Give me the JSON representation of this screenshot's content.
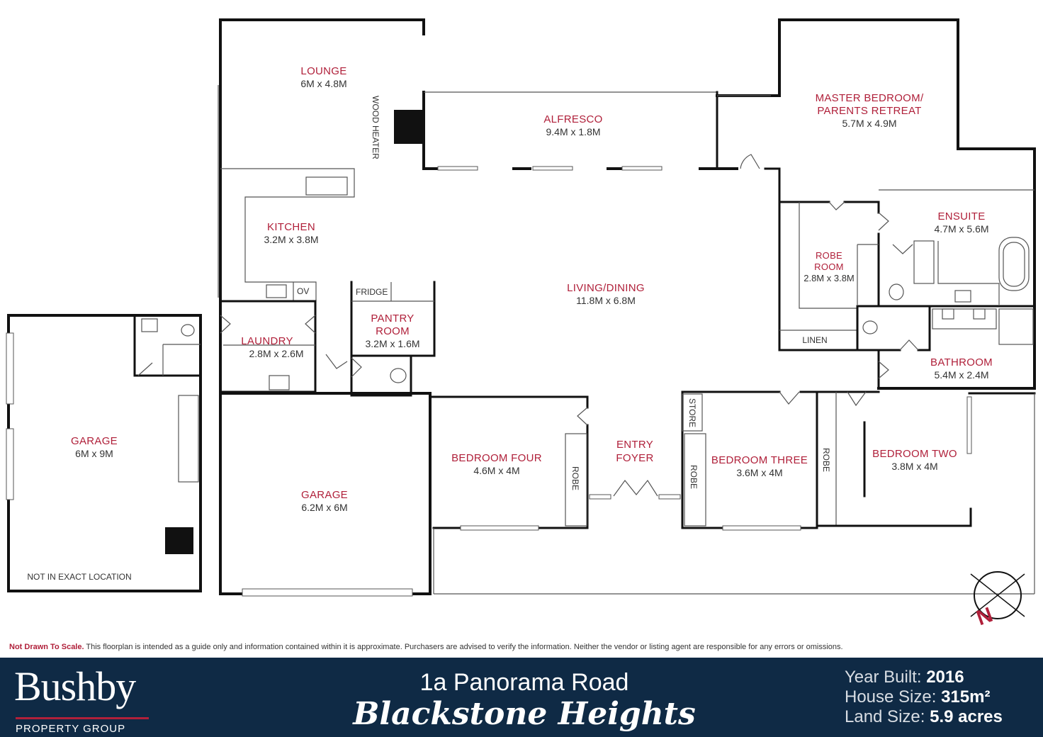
{
  "rooms": {
    "lounge": {
      "name": "LOUNGE",
      "dim": "6M x 4.8M"
    },
    "alfresco": {
      "name": "ALFRESCO",
      "dim": "9.4M x 1.8M"
    },
    "master": {
      "name1": "MASTER BEDROOM/",
      "name2": "PARENTS RETREAT",
      "dim": "5.7M x 4.9M"
    },
    "kitchen": {
      "name": "KITCHEN",
      "dim": "3.2M x 3.8M"
    },
    "living": {
      "name": "LIVING/DINING",
      "dim": "11.8M x 6.8M"
    },
    "ensuite": {
      "name": "ENSUITE",
      "dim": "4.7M x 5.6M"
    },
    "robe_room": {
      "name1": "ROBE",
      "name2": "ROOM",
      "dim": "2.8M x 3.8M"
    },
    "laundry": {
      "name": "LAUNDRY",
      "dim": "2.8M x 2.6M"
    },
    "pantry": {
      "name1": "PANTRY",
      "name2": "ROOM",
      "dim": "3.2M x 1.6M"
    },
    "bathroom": {
      "name": "BATHROOM",
      "dim": "5.4M x 2.4M"
    },
    "garage_detached": {
      "name": "GARAGE",
      "dim": "6M x 9M"
    },
    "bedroom_four": {
      "name": "BEDROOM FOUR",
      "dim": "4.6M x 4M"
    },
    "entry": {
      "name1": "ENTRY",
      "name2": "FOYER"
    },
    "bedroom_three": {
      "name": "BEDROOM THREE",
      "dim": "3.6M x 4M"
    },
    "bedroom_two": {
      "name": "BEDROOM TWO",
      "dim": "3.8M x 4M"
    },
    "garage": {
      "name": "GARAGE",
      "dim": "6.2M x 6M"
    }
  },
  "labels": {
    "wood_heater": "WOOD HEATER",
    "fridge": "FRIDGE",
    "oven": "OV",
    "linen": "LINEN",
    "store": "STORE",
    "robe": "ROBE",
    "not_exact": "NOT IN EXACT LOCATION",
    "north": "N"
  },
  "disclaimer": {
    "strong": "Not Drawn To Scale.",
    "text": " This floorplan is intended as a guide only and information contained within it is approximate. Purchasers are advised to verify the information. Neither the vendor or listing agent are responsible for any errors or omissions."
  },
  "footer": {
    "brand_name": "Bushby",
    "brand_group": "PROPERTY GROUP",
    "address_line1": "1a Panorama Road",
    "address_line2": "Blackstone Heights",
    "year_label": "Year Built:",
    "year_value": "2016",
    "house_label": "House Size:",
    "house_value": "315m²",
    "land_label": "Land Size:",
    "land_value": "5.9 acres"
  },
  "colors": {
    "accent": "#b0203a",
    "footer_bg": "#0f2a45"
  }
}
